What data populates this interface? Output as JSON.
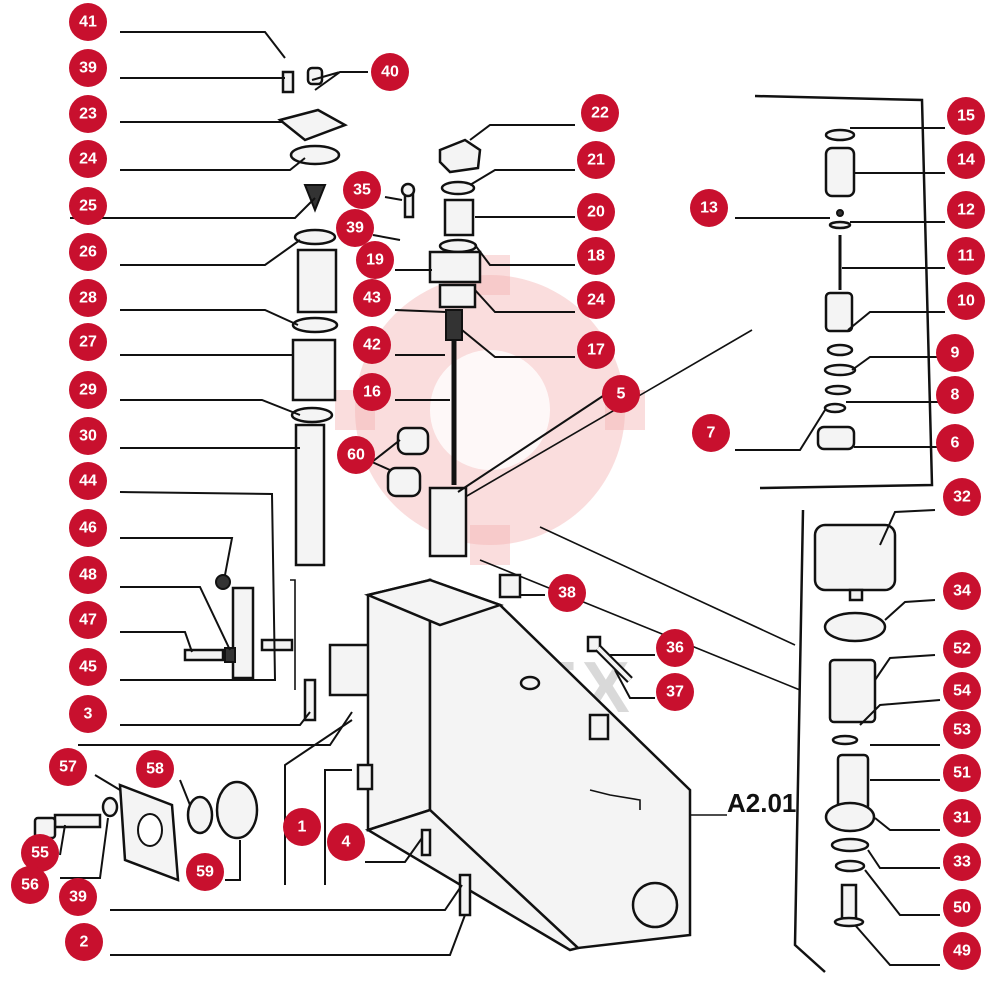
{
  "figure_ref": "A2.01",
  "watermark": "ИНТЕХ",
  "colors": {
    "callout": "#c8102e",
    "line": "#111111",
    "watermark": "#f3b3b3"
  },
  "callouts": [
    "41",
    "39",
    "40",
    "23",
    "24",
    "25",
    "26",
    "28",
    "27",
    "29",
    "30",
    "44",
    "46",
    "48",
    "47",
    "45",
    "3",
    "57",
    "58",
    "59",
    "55",
    "56",
    "39",
    "2",
    "1",
    "4",
    "35",
    "39",
    "19",
    "43",
    "42",
    "16",
    "60",
    "22",
    "21",
    "20",
    "18",
    "24",
    "17",
    "5",
    "38",
    "36",
    "37",
    "13",
    "15",
    "14",
    "12",
    "11",
    "10",
    "9",
    "8",
    "7",
    "6",
    "32",
    "34",
    "52",
    "54",
    "53",
    "51",
    "31",
    "33",
    "50",
    "49"
  ]
}
